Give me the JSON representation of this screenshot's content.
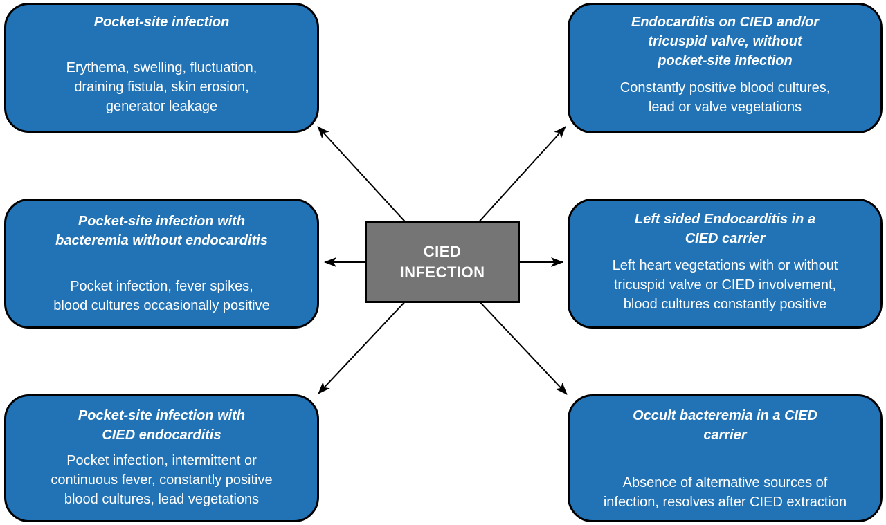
{
  "diagram": {
    "center": {
      "label": "CIED\nINFECTION"
    },
    "colors": {
      "node_fill": "#2173B6",
      "node_border": "#000000",
      "center_fill": "#757575",
      "text": "#FFFFFF",
      "arrow": "#000000"
    },
    "nodes": [
      {
        "position": "top-left",
        "title": "Pocket-site infection",
        "body": "Erythema, swelling, fluctuation,\ndraining fistula, skin erosion,\ngenerator leakage"
      },
      {
        "position": "top-right",
        "title": "Endocarditis on CIED and/or\ntricuspid valve, without\npocket-site infection",
        "body": "Constantly positive blood cultures,\nlead or valve vegetations"
      },
      {
        "position": "middle-left",
        "title": "Pocket-site infection with\nbacteremia without endocarditis",
        "body": "Pocket infection, fever spikes,\nblood cultures occasionally positive"
      },
      {
        "position": "middle-right",
        "title": "Left sided Endocarditis in a\nCIED carrier",
        "body": "Left heart vegetations with or without\ntricuspid valve or CIED involvement,\nblood cultures constantly positive"
      },
      {
        "position": "bottom-left",
        "title": "Pocket-site infection with\nCIED endocarditis",
        "body": "Pocket infection, intermittent or\ncontinuous fever, constantly positive\nblood cultures, lead vegetations"
      },
      {
        "position": "bottom-right",
        "title": "Occult bacteremia in a CIED\ncarrier",
        "body": "Absence of alternative sources of\ninfection, resolves after CIED extraction"
      }
    ]
  }
}
